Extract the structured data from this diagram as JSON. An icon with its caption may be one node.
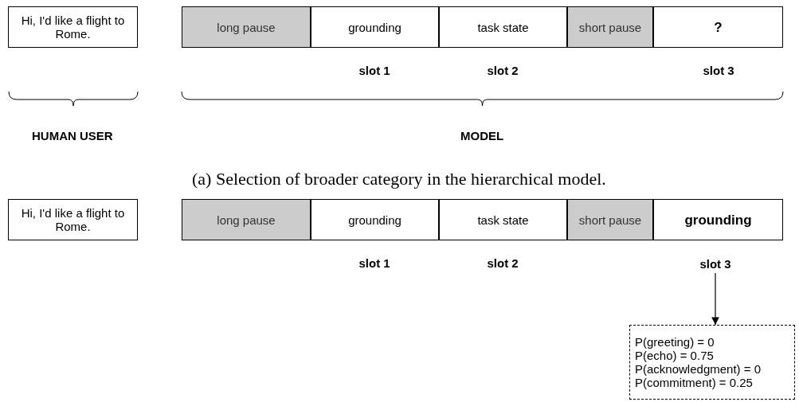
{
  "diagram": {
    "nodes": [
      {
        "text": [
          "Hi, I'd like a flight to Rome."
        ]
      },
      {
        "text": [
          "long pause"
        ]
      },
      {
        "text": [
          "grounding"
        ]
      },
      {
        "text": [
          "task state"
        ]
      },
      {
        "text": [
          "short pause"
        ]
      },
      {
        "text": [
          "?"
        ]
      },
      {
        "text": [
          "Hi, I'd like a flight to Rome."
        ]
      },
      {
        "text": [
          "long pause"
        ]
      },
      {
        "text": [
          "grounding"
        ]
      },
      {
        "text": [
          "task state"
        ]
      },
      {
        "text": [
          "short pause"
        ]
      },
      {
        "text": [
          "grounding"
        ]
      },
      {
        "text": [
          "slot 3"
        ]
      },
      {
        "text": [
          "P(greeting) = 0",
          "P(echo) = 0.75",
          "P(acknowledgment) = 0",
          "P(commitment) = 0.25"
        ]
      }
    ],
    "edges": [
      {
        "from": 12,
        "to": 13,
        "arrow": "to"
      }
    ],
    "labels": [
      "slot 1",
      "slot 2",
      "slot 3",
      "HUMAN USER",
      "MODEL",
      "(a) Selection of broader category in the hierarchical model.",
      "slot 1",
      "slot 2"
    ]
  }
}
